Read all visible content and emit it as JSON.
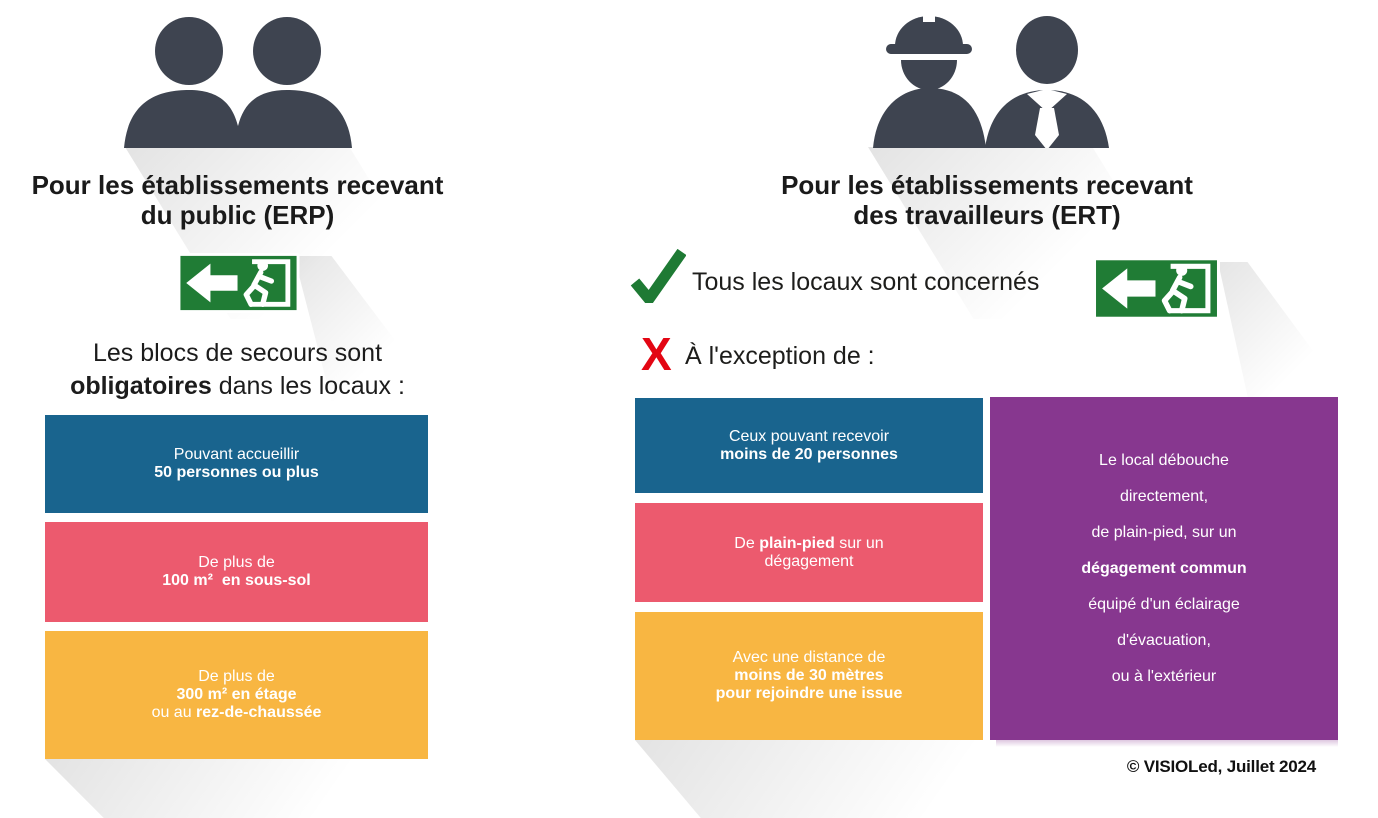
{
  "palette": {
    "blue": "#19648e",
    "red": "#ec5a6e",
    "orange": "#f8b642",
    "purple": "#87378f",
    "sign_green": "#207c35",
    "check_green": "#1e7a34",
    "cross_red": "#e30613",
    "icon_slate": "#3e4450"
  },
  "icons": {
    "left_header": "two-persons-icon",
    "right_header": "worker-and-employee-icon",
    "exit_sign": "emergency-exit-sign",
    "check": "check-mark-icon",
    "cross": "x-mark"
  },
  "left": {
    "title_lines": [
      "Pour les établissements recevant",
      "du public (ERP)"
    ],
    "intro": [
      [
        {
          "t": "Les blocs de secours sont"
        }
      ],
      [
        {
          "t": "obligatoires",
          "b": true
        },
        {
          "t": " dans les locaux :"
        }
      ]
    ],
    "boxes": [
      {
        "color": "blue",
        "lines": [
          [
            {
              "t": "Pouvant accueillir"
            }
          ],
          [
            {
              "t": "50 personnes ou plus",
              "b": true
            }
          ]
        ]
      },
      {
        "color": "red",
        "lines": [
          [
            {
              "t": "De plus de"
            }
          ],
          [
            {
              "t": "100 m²  en sous-sol",
              "b": true
            }
          ]
        ]
      },
      {
        "color": "orange",
        "lines": [
          [
            {
              "t": "De plus de"
            }
          ],
          [
            {
              "t": "300 m² en étage",
              "b": true
            }
          ],
          [
            {
              "t": "ou au "
            },
            {
              "t": "rez-de-chaussée",
              "b": true
            }
          ]
        ]
      }
    ]
  },
  "right": {
    "title_lines": [
      "Pour les établissements recevant",
      "des travailleurs (ERT)"
    ],
    "check_label": "Tous les locaux sont concernés",
    "cross_mark": "X",
    "exception_label": "À l'exception de :",
    "boxes": [
      {
        "color": "blue",
        "lines": [
          [
            {
              "t": "Ceux pouvant recevoir"
            }
          ],
          [
            {
              "t": "moins de 20 personnes",
              "b": true
            }
          ]
        ]
      },
      {
        "color": "red",
        "lines": [
          [
            {
              "t": "De "
            },
            {
              "t": "plain-pied",
              "b": true
            },
            {
              "t": " sur un"
            }
          ],
          [
            {
              "t": "dégagement"
            }
          ]
        ]
      },
      {
        "color": "orange",
        "lines": [
          [
            {
              "t": "Avec une distance de"
            }
          ],
          [
            {
              "t": "moins de 30 mètres",
              "b": true
            }
          ],
          [
            {
              "t": "pour rejoindre une issue",
              "b": true
            }
          ]
        ]
      }
    ],
    "purple_box": {
      "lines": [
        [
          {
            "t": "Le local débouche"
          }
        ],
        [
          {
            "t": "directement,"
          }
        ],
        [
          {
            "t": "de plain-pied, sur un"
          }
        ],
        [
          {
            "t": "dégagement commun",
            "b": true
          }
        ],
        [
          {
            "t": "équipé d'un éclairage"
          }
        ],
        [
          {
            "t": "d'évacuation,"
          }
        ],
        [
          {
            "t": "ou à l'extérieur"
          }
        ]
      ]
    }
  },
  "footer": {
    "credit": "© VISIOLed, Juillet 2024"
  }
}
